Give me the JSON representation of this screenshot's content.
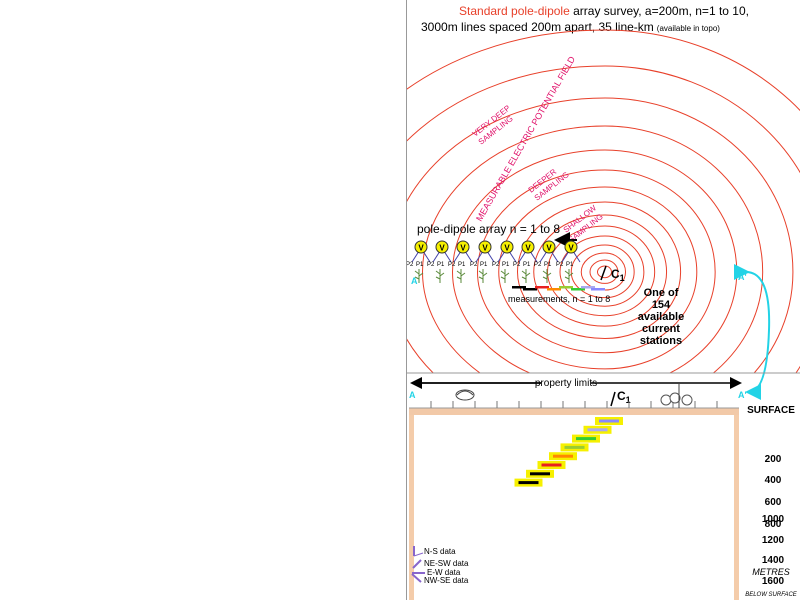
{
  "title": {
    "part1": "Standard pole-dipole",
    "part2": " array survey, a=200m, n=1 to 10,",
    "line2": "3000m lines spaced 200m apart, 35 line-km",
    "note": "(available in topo)"
  },
  "field": {
    "measurable_1": "MEASURABLE ELECTRIC POTENTIAL FIELD",
    "very_deep_1": "VERY DEEP",
    "very_deep_2": "SAMPLING",
    "deeper_1": "DEEPER",
    "deeper_2": "SAMPLING",
    "shallow_1": "SHALLOW",
    "shallow_2": "SAMPLING"
  },
  "array": {
    "label": "pole-dipole array  n = 1 to 8",
    "voltmeter": "V",
    "p1": "P",
    "p1_sub": "1",
    "p2": "P",
    "p2_sub": "2",
    "measurements_label": "measurements,  n = 1 to 8",
    "c1": "C",
    "c1_sub": "1",
    "stations_1": "One of",
    "stations_2": "154",
    "stations_3": "available",
    "stations_4": "current",
    "stations_5": "stations",
    "a_left": "A",
    "a_right": "A'"
  },
  "section": {
    "property_limits": "property limits",
    "a_left": "A",
    "a_right": "A'",
    "c1": "C",
    "c1_sub": "1",
    "surface": "SURFACE",
    "depths": [
      "200",
      "400",
      "600",
      "800",
      "1000",
      "1200",
      "1400",
      "1600"
    ],
    "units": "METRES",
    "below_surface": "BELOW SURFACE"
  },
  "legend": {
    "ns": "N-S data",
    "nesw": "NE-SW data",
    "ew": "E-W data",
    "nwse": "NW-SE data"
  },
  "colors": {
    "contour": "#e8402a",
    "annotation": "#e0116a",
    "cyan": "#22d3e6",
    "yellow_fill": "#f6f000",
    "bar_colors": [
      "#000000",
      "#000000",
      "#e82020",
      "#ff8800",
      "#99cc33",
      "#33cc33",
      "#aaaaee",
      "#8888ff"
    ]
  }
}
